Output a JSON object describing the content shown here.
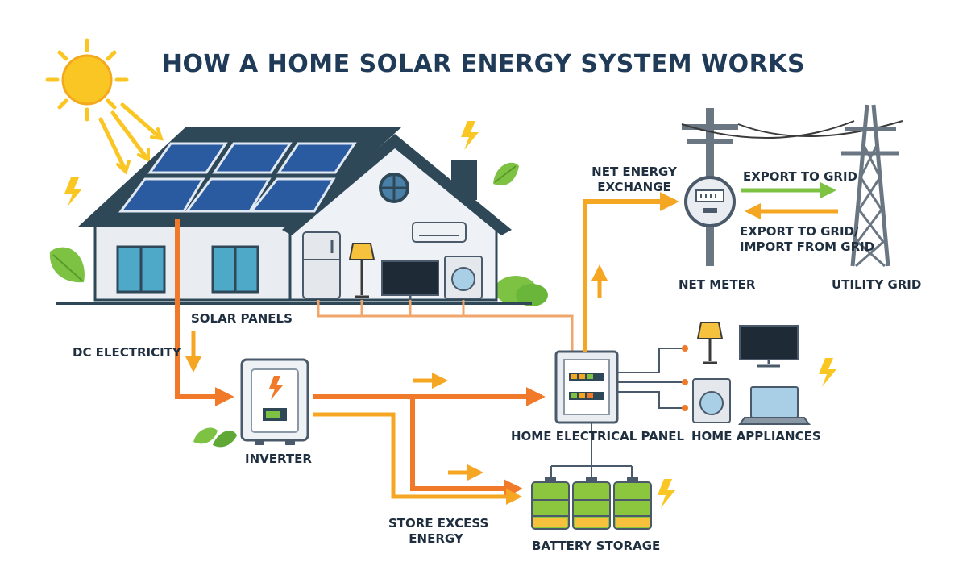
{
  "title": "HOW A HOME SOLAR ENERGY SYSTEM WORKS",
  "labels": {
    "solar_panels": "SOLAR PANELS",
    "dc_electricity": "DC ELECTRICITY",
    "inverter": "INVERTER",
    "home_electrical_panel": "HOME ELECTRICAL PANEL",
    "home_appliances": "HOME APPLIANCES",
    "store_excess_energy_line1": "STORE EXCESS",
    "store_excess_energy_line2": "ENERGY",
    "battery_storage": "BATTERY STORAGE",
    "net_energy_exchange_line1": "NET ENERGY",
    "net_energy_exchange_line2": "EXCHANGE",
    "export_to_grid": "EXPORT TO GRID",
    "export_import_line1": "EXPORT TO GRID/",
    "export_import_line2": "IMPORT FROM GRID",
    "net_meter": "NET METER",
    "utility_grid": "UTILITY GRID"
  },
  "colors": {
    "title": "#1f3b57",
    "flow_orange": "#f07a2a",
    "flow_yellow": "#f5a623",
    "export_green": "#7dc242",
    "house_wall": "#e9edf2",
    "roof": "#2f4858",
    "panel": "#2a5aa0",
    "sun": "#f9c623",
    "battery_green": "#8cc63f"
  },
  "icons": [
    "sun-icon",
    "lightning-icon",
    "leaf-icon",
    "solar-panel-icon",
    "inverter-icon",
    "electrical-panel-icon",
    "battery-icon",
    "net-meter-icon",
    "utility-pole-icon",
    "transmission-tower-icon",
    "fridge-icon",
    "lamp-icon",
    "tv-icon",
    "washer-icon",
    "air-conditioner-icon",
    "laptop-icon"
  ]
}
